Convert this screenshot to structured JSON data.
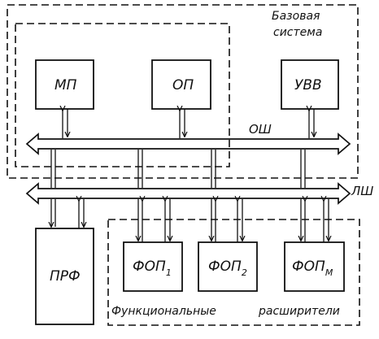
{
  "diagram": {
    "base_system_label_line1": "Базовая",
    "base_system_label_line2": "система",
    "extenders_label_part1": "Функциональные",
    "extenders_label_part2": "расширители",
    "bus_main_label": "ОШ",
    "bus_local_label": "ЛШ",
    "blocks": {
      "mp": "МП",
      "op": "ОП",
      "uvv": "УВВ",
      "prf": "ПРФ",
      "fop1": {
        "main": "ФОП",
        "sub": "1"
      },
      "fop2": {
        "main": "ФОП",
        "sub": "2"
      },
      "fopm": {
        "main": "ФОП",
        "sub": "М"
      }
    }
  },
  "colors": {
    "ink": "#111111",
    "background": "#ffffff"
  }
}
